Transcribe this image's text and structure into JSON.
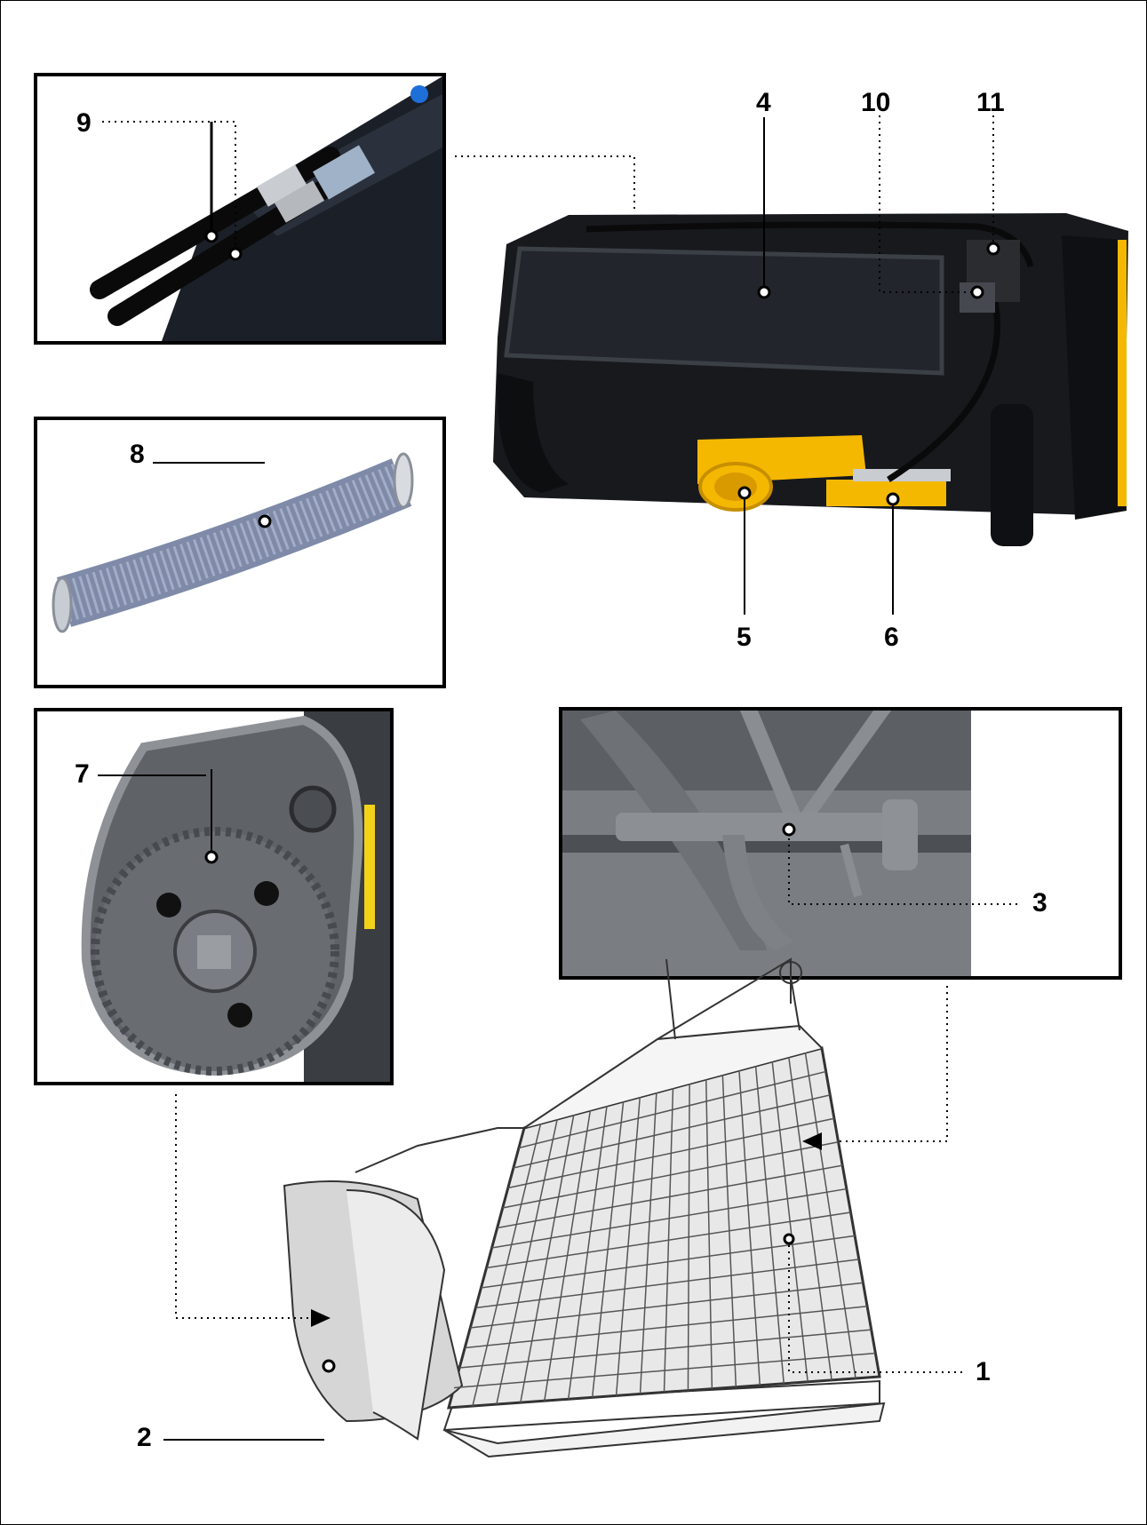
{
  "title": "",
  "labels": {
    "l1": "1",
    "l2": "2",
    "l3": "3",
    "l4": "4",
    "l5": "5",
    "l6": "6",
    "l7": "7",
    "l8": "8",
    "l9": "9",
    "l10": "10",
    "l11": "11"
  },
  "colors": {
    "machine_black": "#16181c",
    "accent_yellow": "#f5b800",
    "hose_blue_grey": "#7e8aa8",
    "interior_grey": "#6c6f74",
    "line_drawing": "#333333"
  }
}
